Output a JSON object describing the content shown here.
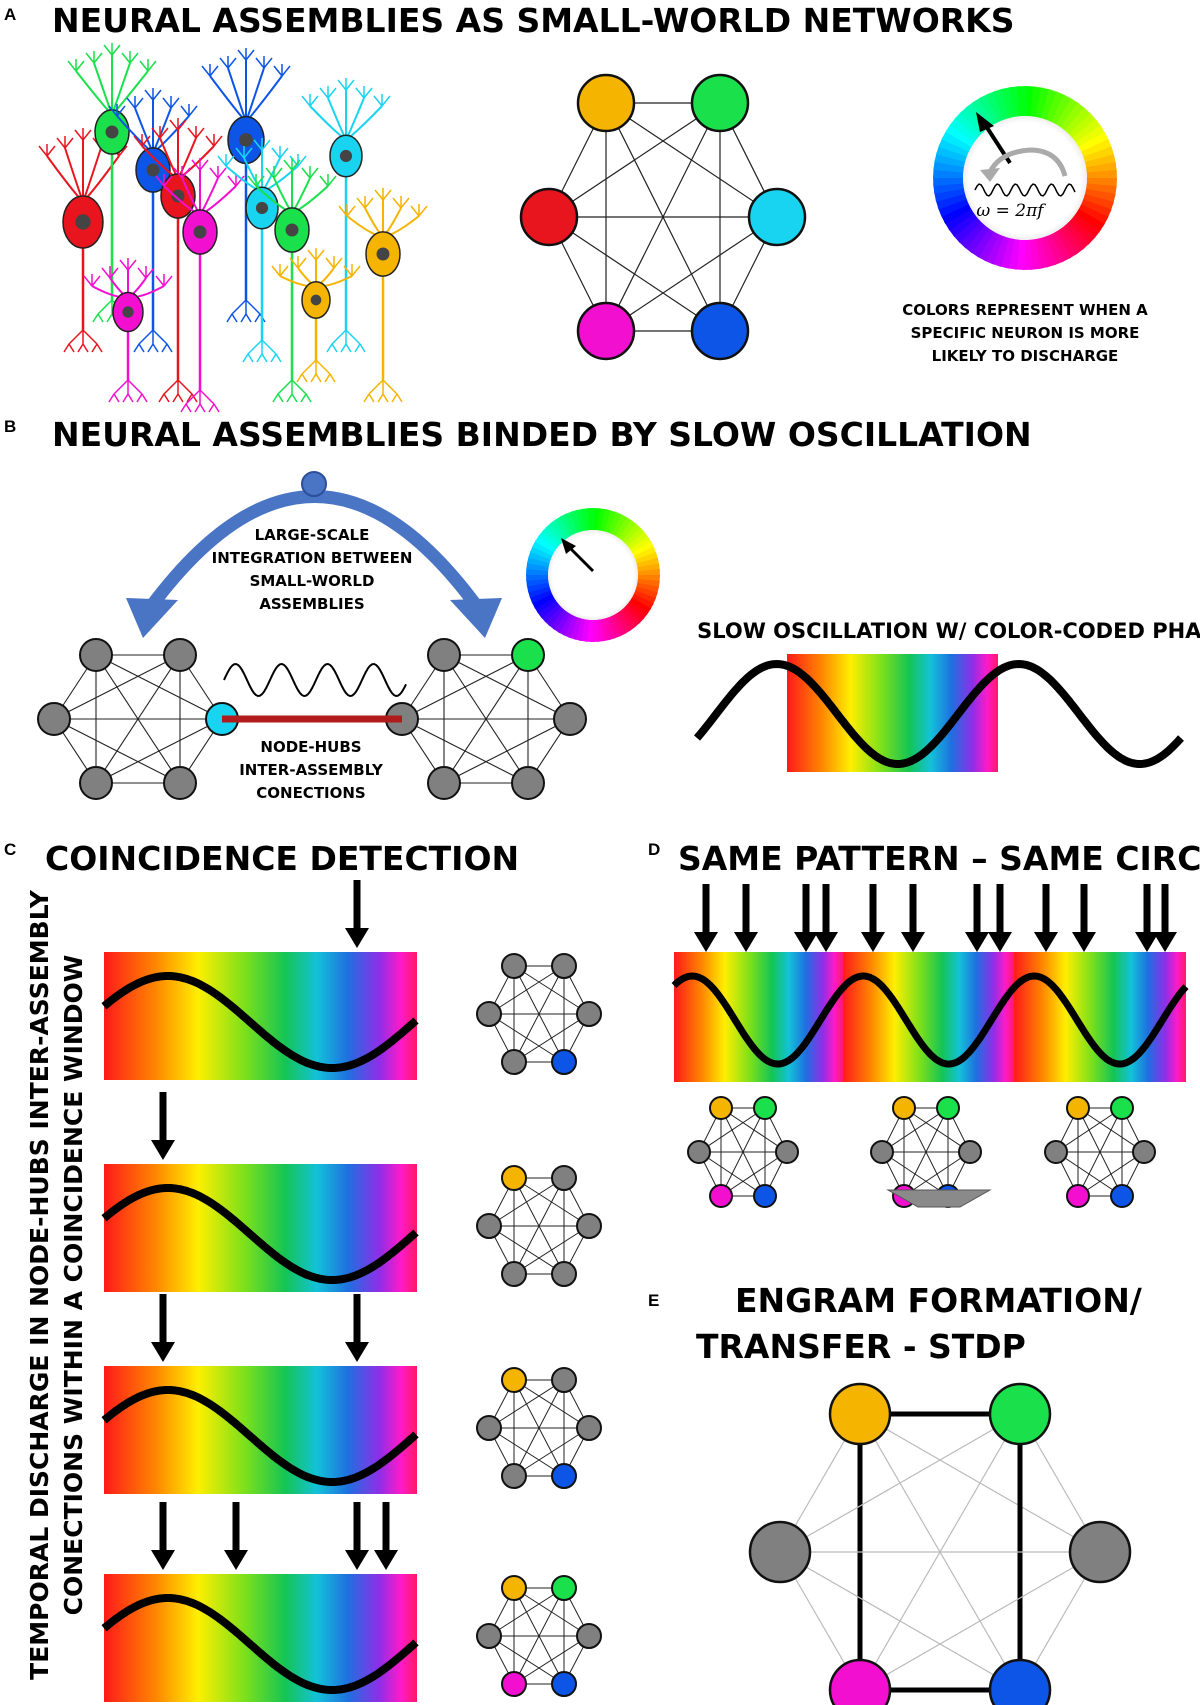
{
  "panels": {
    "A": {
      "label": "A",
      "title": "NEURAL ASSEMBLIES AS SMALL-WORLD NETWORKS",
      "network_colors": [
        "#f5b400",
        "#19e04b",
        "#18d4f0",
        "#0c55e6",
        "#f20fd0",
        "#e8141e"
      ],
      "color_wheel_formula": "ω = 2πf",
      "caption_lines": [
        "COLORS REPRESENT WHEN A",
        "SPECIFIC NEURON IS MORE",
        "LIKELY TO DISCHARGE"
      ]
    },
    "B": {
      "label": "B",
      "title": "NEURAL ASSEMBLIES BINDED BY SLOW OSCILLATION",
      "integration_lines": [
        "LARGE-SCALE",
        "INTEGRATION BETWEEN",
        "SMALL-WORLD",
        "ASSEMBLIES"
      ],
      "hub_lines": [
        "NODE-HUBS",
        "INTER-ASSEMBLY",
        "CONECTIONS"
      ],
      "oscillation_title": "SLOW OSCILLATION W/ COLOR-CODED PHASE",
      "arc_color": "#4a74c4",
      "hub_link_color": "#b01c1c"
    },
    "C": {
      "label": "C",
      "title": "COINCIDENCE DETECTION",
      "side_title_lines": [
        "TEMPORAL DISCHARGE IN NODE-HUBS INTER-ASSEMBLY",
        "CONECTIONS WITHIN A COINCIDENCE WINDOW"
      ]
    },
    "D": {
      "label": "D",
      "title": "SAME PATTERN – SAME CIRCUIT"
    },
    "E": {
      "label": "E",
      "title_lines": [
        "ENGRAM FORMATION/",
        "TRANSFER - STDP"
      ]
    }
  },
  "colors": {
    "node_gray": "#808080",
    "yellow": "#f5b400",
    "green": "#19e04b",
    "cyan": "#18d4f0",
    "blue": "#0c55e6",
    "magenta": "#f20fd0",
    "red": "#e8141e"
  }
}
